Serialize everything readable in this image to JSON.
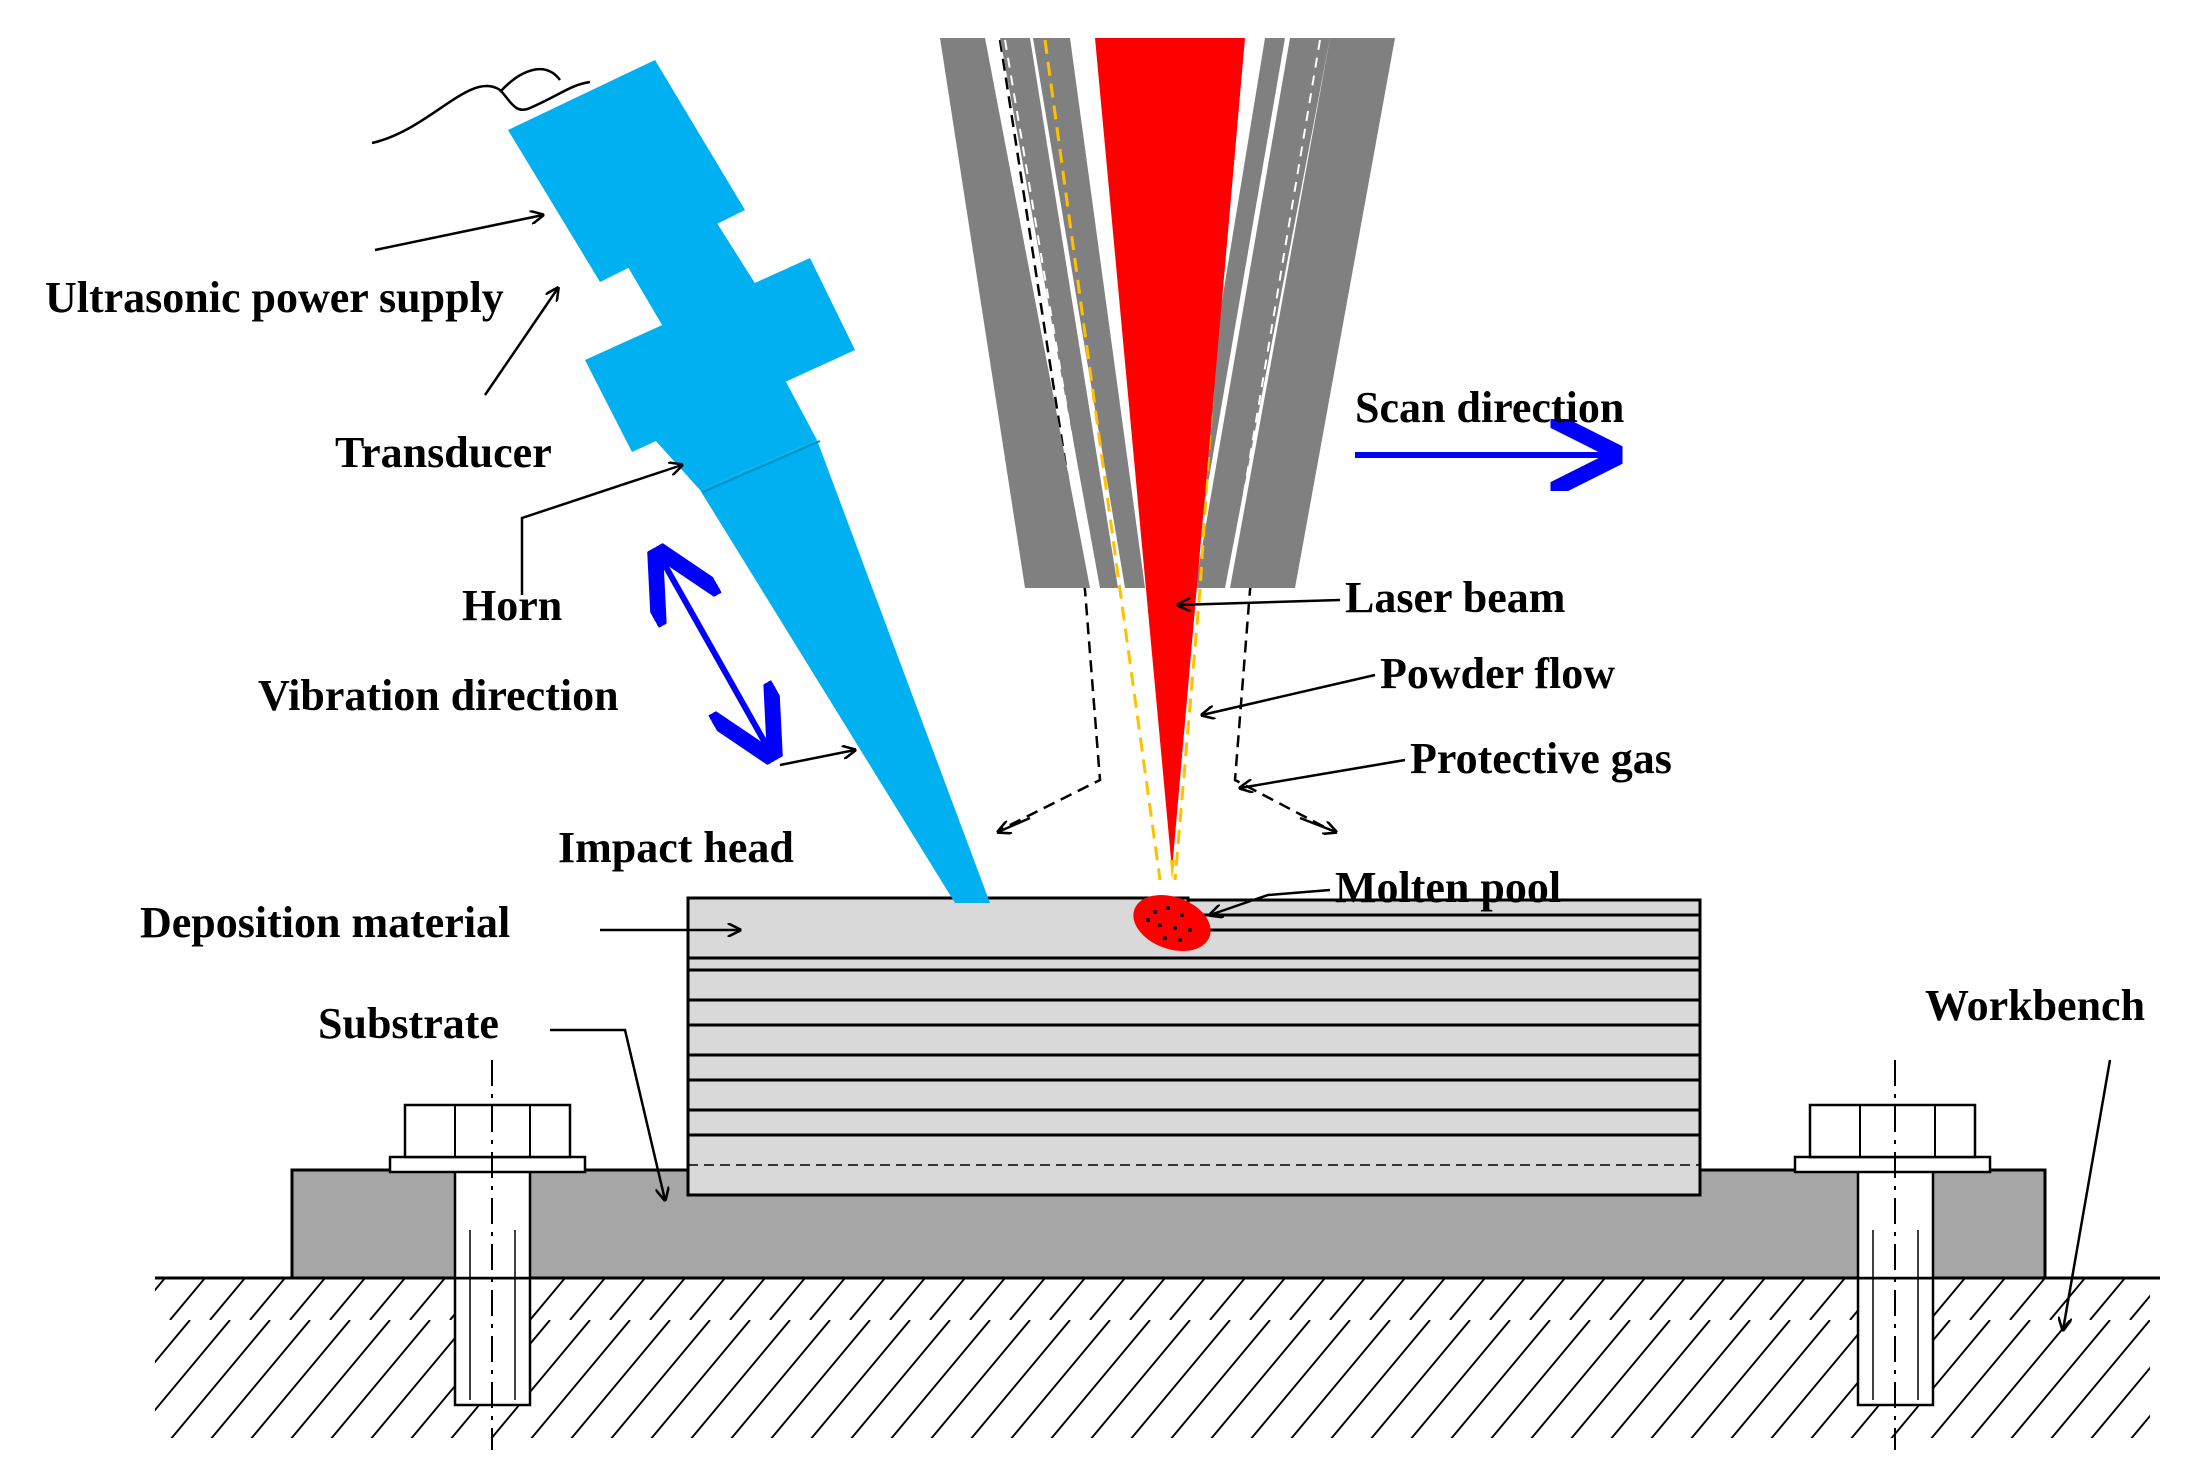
{
  "labels": {
    "ultrasonic_power_supply": "Ultrasonic power supply",
    "transducer": "Transducer",
    "horn": "Horn",
    "vibration_direction": "Vibration direction",
    "impact_head": "Impact head",
    "deposition_material": "Deposition material",
    "substrate": "Substrate",
    "scan_direction": "Scan direction",
    "laser_beam": "Laser beam",
    "powder_flow": "Powder flow",
    "protective_gas": "Protective gas",
    "molten_pool": "Molten pool",
    "workbench": "Workbench"
  },
  "colors": {
    "ultrasonic_tool": "#00b0f0",
    "laser_beam": "#ff0000",
    "nozzle": "#808080",
    "powder_flow": "#ffc000",
    "direction_arrows": "#0000ff",
    "deposition_layers": "#d9d9d9",
    "substrate": "#a6a6a6",
    "molten_pool": "#ff0000"
  },
  "icons": {
    "bolt_left": "hex-bolt-icon",
    "bolt_right": "hex-bolt-icon",
    "workbench_hatch": "hatch-pattern"
  }
}
